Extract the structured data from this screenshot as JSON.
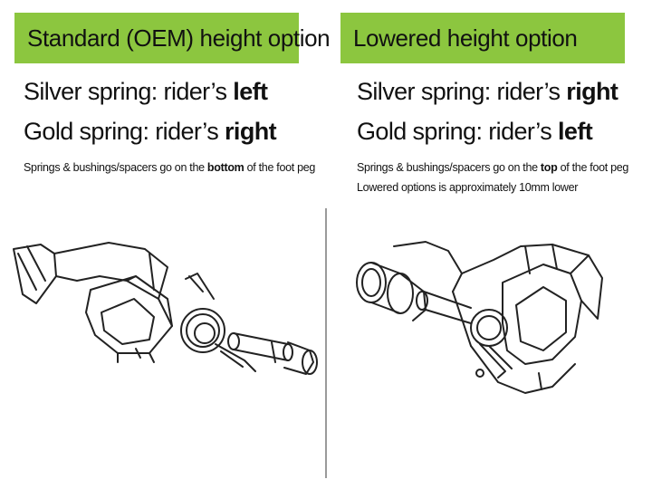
{
  "left": {
    "header": "Standard (OEM) height option",
    "line1": {
      "prefix": "Silver spring: rider’s ",
      "bold": "left"
    },
    "line2": {
      "prefix": "Gold spring: rider’s ",
      "bold": "right"
    },
    "note1": {
      "prefix": "Springs & bushings/spacers go on the ",
      "bold": "bottom",
      "suffix": " of the foot peg"
    }
  },
  "right": {
    "header": "Lowered height option",
    "line1": {
      "prefix": "Silver spring: rider’s ",
      "bold": "right"
    },
    "line2": {
      "prefix": "Gold spring: rider’s ",
      "bold": "left"
    },
    "note1": {
      "prefix": "Springs & bushings/spacers go on the ",
      "bold": "top",
      "suffix": " of the foot peg"
    },
    "note2": "Lowered options is approximately 10mm lower"
  },
  "colors": {
    "header_bg": "#8cc63f",
    "divider": "#9a9a9a"
  }
}
